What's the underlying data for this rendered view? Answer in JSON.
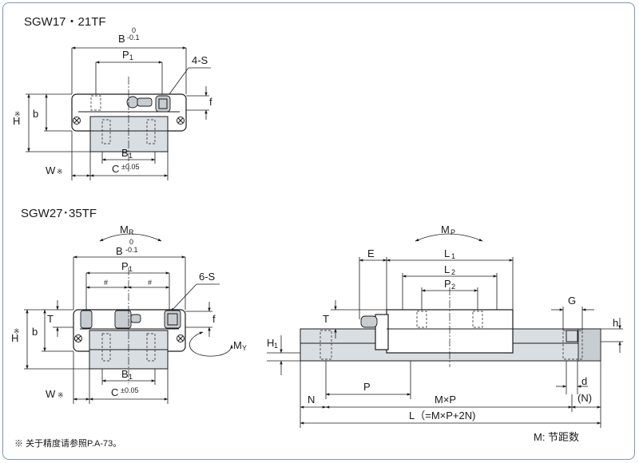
{
  "top_view": {
    "title": "SGW17・21TF",
    "labels": {
      "B": "B",
      "B_sup": "0",
      "B_sub": "-0.1",
      "P1": "P",
      "P1_sub": "1",
      "S": "4-S",
      "H": "H",
      "H_mark": "※",
      "b": "b",
      "f": "f",
      "B1": "B",
      "B1_sub": "1",
      "C": "C",
      "C_tol": "±0.05",
      "W": "W",
      "W_mark": "※"
    }
  },
  "bottom_view": {
    "title": "SGW27･35TF",
    "labels": {
      "MR": "M",
      "MR_sub": "R",
      "B": "B",
      "B_sup": "0",
      "B_sub": "-0.1",
      "P1": "P",
      "P1_sub": "1",
      "hash": "#",
      "S": "6-S",
      "H": "H",
      "H_mark": "※",
      "b": "b",
      "T": "T",
      "f": "f",
      "MY": "M",
      "MY_sub": "Y",
      "B1": "B",
      "B1_sub": "1",
      "C": "C",
      "C_tol": "±0.05",
      "W": "W",
      "W_mark": "※"
    }
  },
  "side_view": {
    "labels": {
      "MP": "M",
      "MP_sub": "P",
      "E": "E",
      "L1": "L",
      "L1_sub": "1",
      "L2": "L",
      "L2_sub": "2",
      "P2": "P",
      "P2_sub": "2",
      "T": "T",
      "H1": "H",
      "H1_sub": "1",
      "G": "G",
      "h": "h",
      "d": "d",
      "P": "P",
      "N": "N",
      "MxP": "M×P",
      "N_paren": "(N)",
      "L_total": "L（=M×P+2N)"
    }
  },
  "footnote": "※ 关于精度请参照P.A-73。",
  "legend": "M: 节距数"
}
